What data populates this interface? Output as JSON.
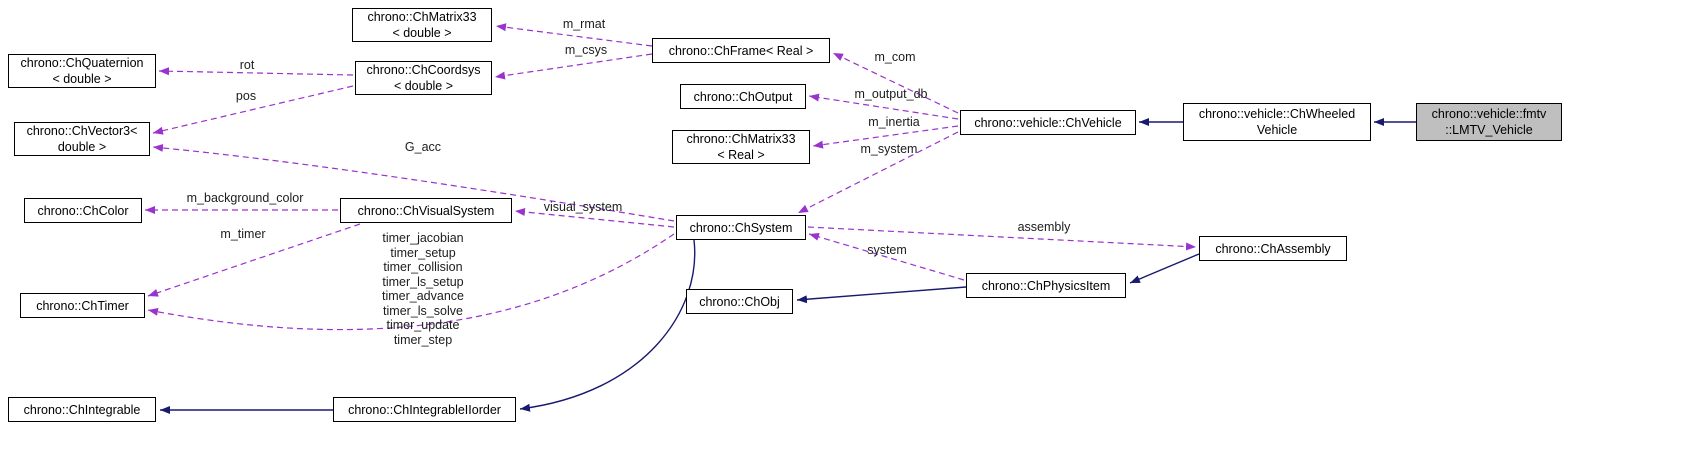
{
  "colors": {
    "usage_edge": "#9a32cd",
    "inheritance_edge": "#191970",
    "highlight_fill": "#bfbfbf",
    "node_border": "#000000",
    "node_fill": "#ffffff"
  },
  "nodes": {
    "chmatrix33_double": "chrono::ChMatrix33\n< double >",
    "chquaternion": "chrono::ChQuaternion\n< double >",
    "chcoordsys": "chrono::ChCoordsys\n< double >",
    "chframe": "chrono::ChFrame< Real >",
    "chvector3": "chrono::ChVector3<\ndouble >",
    "choutput": "chrono::ChOutput",
    "chmatrix33_real": "chrono::ChMatrix33\n< Real >",
    "chvehicle": "chrono::vehicle::ChVehicle",
    "chwheeledvehicle": "chrono::vehicle::ChWheeled\nVehicle",
    "lmtv_vehicle": "chrono::vehicle::fmtv\n::LMTV_Vehicle",
    "chcolor": "chrono::ChColor",
    "chvisualsystem": "chrono::ChVisualSystem",
    "chsystem": "chrono::ChSystem",
    "chassembly": "chrono::ChAssembly",
    "chtimer": "chrono::ChTimer",
    "chphysicsitem": "chrono::ChPhysicsItem",
    "chobj": "chrono::ChObj",
    "chintegrable": "chrono::ChIntegrable",
    "chintegrableiiorder": "chrono::ChIntegrableIIorder"
  },
  "edge_labels": {
    "m_rmat": "m_rmat",
    "m_csys": "m_csys",
    "rot": "rot",
    "pos": "pos",
    "m_com": "m_com",
    "m_output_db": "m_output_db",
    "m_inertia": "m_inertia",
    "m_system": "m_system",
    "g_acc": "G_acc",
    "m_background_color": "m_background_color",
    "visual_system": "visual_system",
    "m_timer": "m_timer",
    "timers": "timer_jacobian\ntimer_setup\ntimer_collision\ntimer_ls_setup\ntimer_advance\ntimer_ls_solve\ntimer_update\ntimer_step",
    "assembly": "assembly",
    "system": "system"
  }
}
